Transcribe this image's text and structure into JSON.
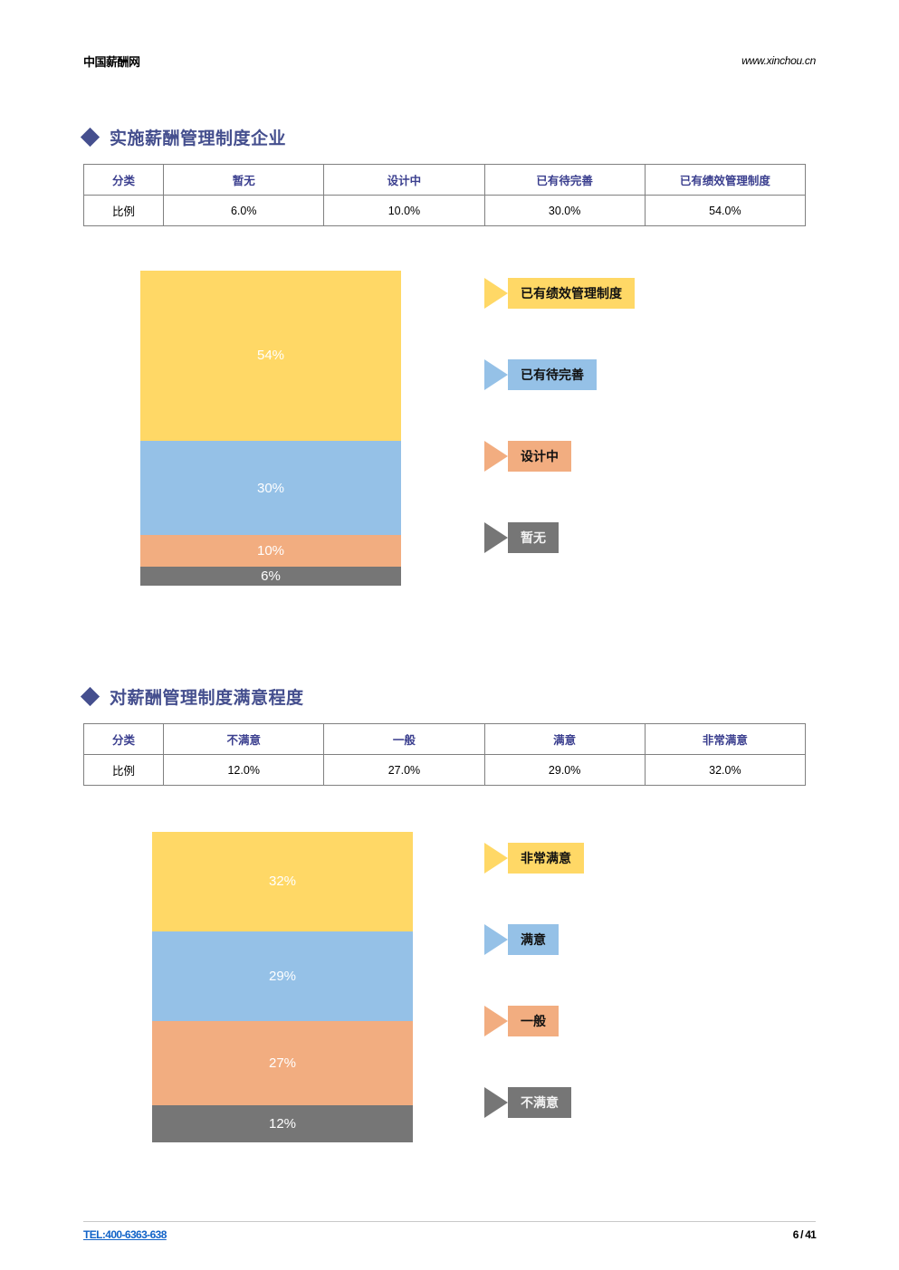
{
  "header": {
    "brand": "中国薪酬网",
    "url": "www.xinchou.cn"
  },
  "colors": {
    "accent_heading": "#454f8e",
    "table_header_text": "#3b3f8f",
    "series_yellow": "#ffd866",
    "series_blue": "#95c1e7",
    "series_orange": "#f2ad80",
    "series_gray": "#767676",
    "link_blue": "#1263c8"
  },
  "sections": [
    {
      "title": "实施薪酬管理制度企业",
      "bullet_icon": "diamond-icon",
      "table": {
        "headers": [
          "分类",
          "暂无",
          "设计中",
          "已有待完善",
          "已有绩效管理制度"
        ],
        "rows": [
          [
            "比例",
            "6.0%",
            "10.0%",
            "30.0%",
            "54.0%"
          ]
        ]
      },
      "chart_data": {
        "type": "bar",
        "title": "实施薪酬管理制度企业",
        "xlabel": "",
        "ylabel": "",
        "ylim": [
          0,
          100
        ],
        "grid": false,
        "legend_position": "right",
        "stacked": true,
        "orientation": "vertical-single-stack",
        "categories": [
          "已有绩效管理制度",
          "已有待完善",
          "设计中",
          "暂无"
        ],
        "values": [
          54,
          30,
          10,
          6
        ],
        "data_labels": [
          "54%",
          "30%",
          "10%",
          "6%"
        ],
        "colors": [
          "#ffd866",
          "#95c1e7",
          "#f2ad80",
          "#767676"
        ],
        "legend": [
          "已有绩效管理制度",
          "已有待完善",
          "设计中",
          "暂无"
        ]
      },
      "legend_items": [
        {
          "label": "已有绩效管理制度",
          "color": "#ffd866",
          "light_text": false
        },
        {
          "label": "已有待完善",
          "color": "#95c1e7",
          "light_text": false
        },
        {
          "label": "设计中",
          "color": "#f2ad80",
          "light_text": false
        },
        {
          "label": "暂无",
          "color": "#767676",
          "light_text": true
        }
      ]
    },
    {
      "title": "对薪酬管理制度满意程度",
      "bullet_icon": "diamond-icon",
      "table": {
        "headers": [
          "分类",
          "不满意",
          "一般",
          "满意",
          "非常满意"
        ],
        "rows": [
          [
            "比例",
            "12.0%",
            "27.0%",
            "29.0%",
            "32.0%"
          ]
        ]
      },
      "chart_data": {
        "type": "bar",
        "title": "对薪酬管理制度满意程度",
        "xlabel": "",
        "ylabel": "",
        "ylim": [
          0,
          100
        ],
        "grid": false,
        "legend_position": "right",
        "stacked": true,
        "orientation": "vertical-single-stack",
        "categories": [
          "非常满意",
          "满意",
          "一般",
          "不满意"
        ],
        "values": [
          32,
          29,
          27,
          12
        ],
        "data_labels": [
          "32%",
          "29%",
          "27%",
          "12%"
        ],
        "colors": [
          "#ffd866",
          "#95c1e7",
          "#f2ad80",
          "#767676"
        ],
        "legend": [
          "非常满意",
          "满意",
          "一般",
          "不满意"
        ]
      },
      "legend_items": [
        {
          "label": "非常满意",
          "color": "#ffd866",
          "light_text": false
        },
        {
          "label": "满意",
          "color": "#95c1e7",
          "light_text": false
        },
        {
          "label": "一般",
          "color": "#f2ad80",
          "light_text": false
        },
        {
          "label": "不满意",
          "color": "#767676",
          "light_text": true
        }
      ]
    }
  ],
  "footer": {
    "tel": "TEL:400-6363-638",
    "page": "6 / 41"
  }
}
